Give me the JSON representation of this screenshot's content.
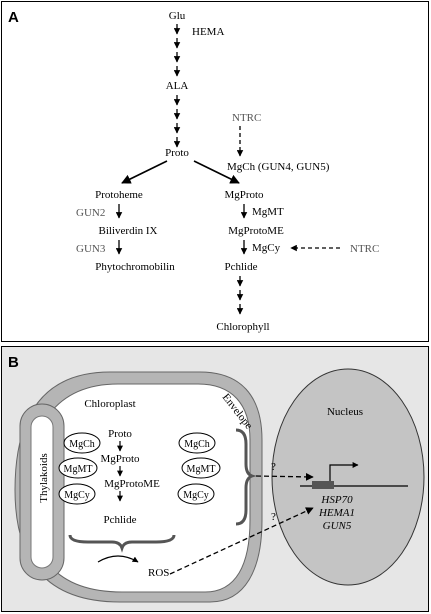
{
  "panel_a": {
    "label": "A",
    "nodes": {
      "glu": "Glu",
      "hema": "HEMA",
      "ala": "ALA",
      "ntrc_top": "NTRC",
      "proto": "Proto",
      "mgch": "MgCh (GUN4, GUN5)",
      "protoheme": "Protoheme",
      "mgproto": "MgProto",
      "gun2": "GUN2",
      "mgmt": "MgMT",
      "biliverdin": "Biliverdin IX",
      "mgprotome": "MgProtoME",
      "gun3": "GUN3",
      "mgcy": "MgCy",
      "ntrc_right": "NTRC",
      "phytochromobilin": "Phytochromobilin",
      "pchlide": "Pchlide",
      "chlorophyll": "Chlorophyll"
    }
  },
  "panel_b": {
    "label": "B",
    "chloroplast": "Chloroplast",
    "envelope": "Envelope",
    "thylakoids": "Thylakoids",
    "proto": "Proto",
    "mgproto": "MgProto",
    "mgprotome": "MgProtoME",
    "pchlide": "Pchlide",
    "enzymes_left": [
      "MgCh",
      "MgMT",
      "MgCy"
    ],
    "enzymes_right": [
      "MgCh",
      "MgMT",
      "MgCy"
    ],
    "ros": "ROS",
    "nucleus": "Nucleus",
    "question1": "?",
    "question2": "?",
    "genes": [
      "HSP70",
      "HEMA1",
      "GUN5"
    ]
  }
}
